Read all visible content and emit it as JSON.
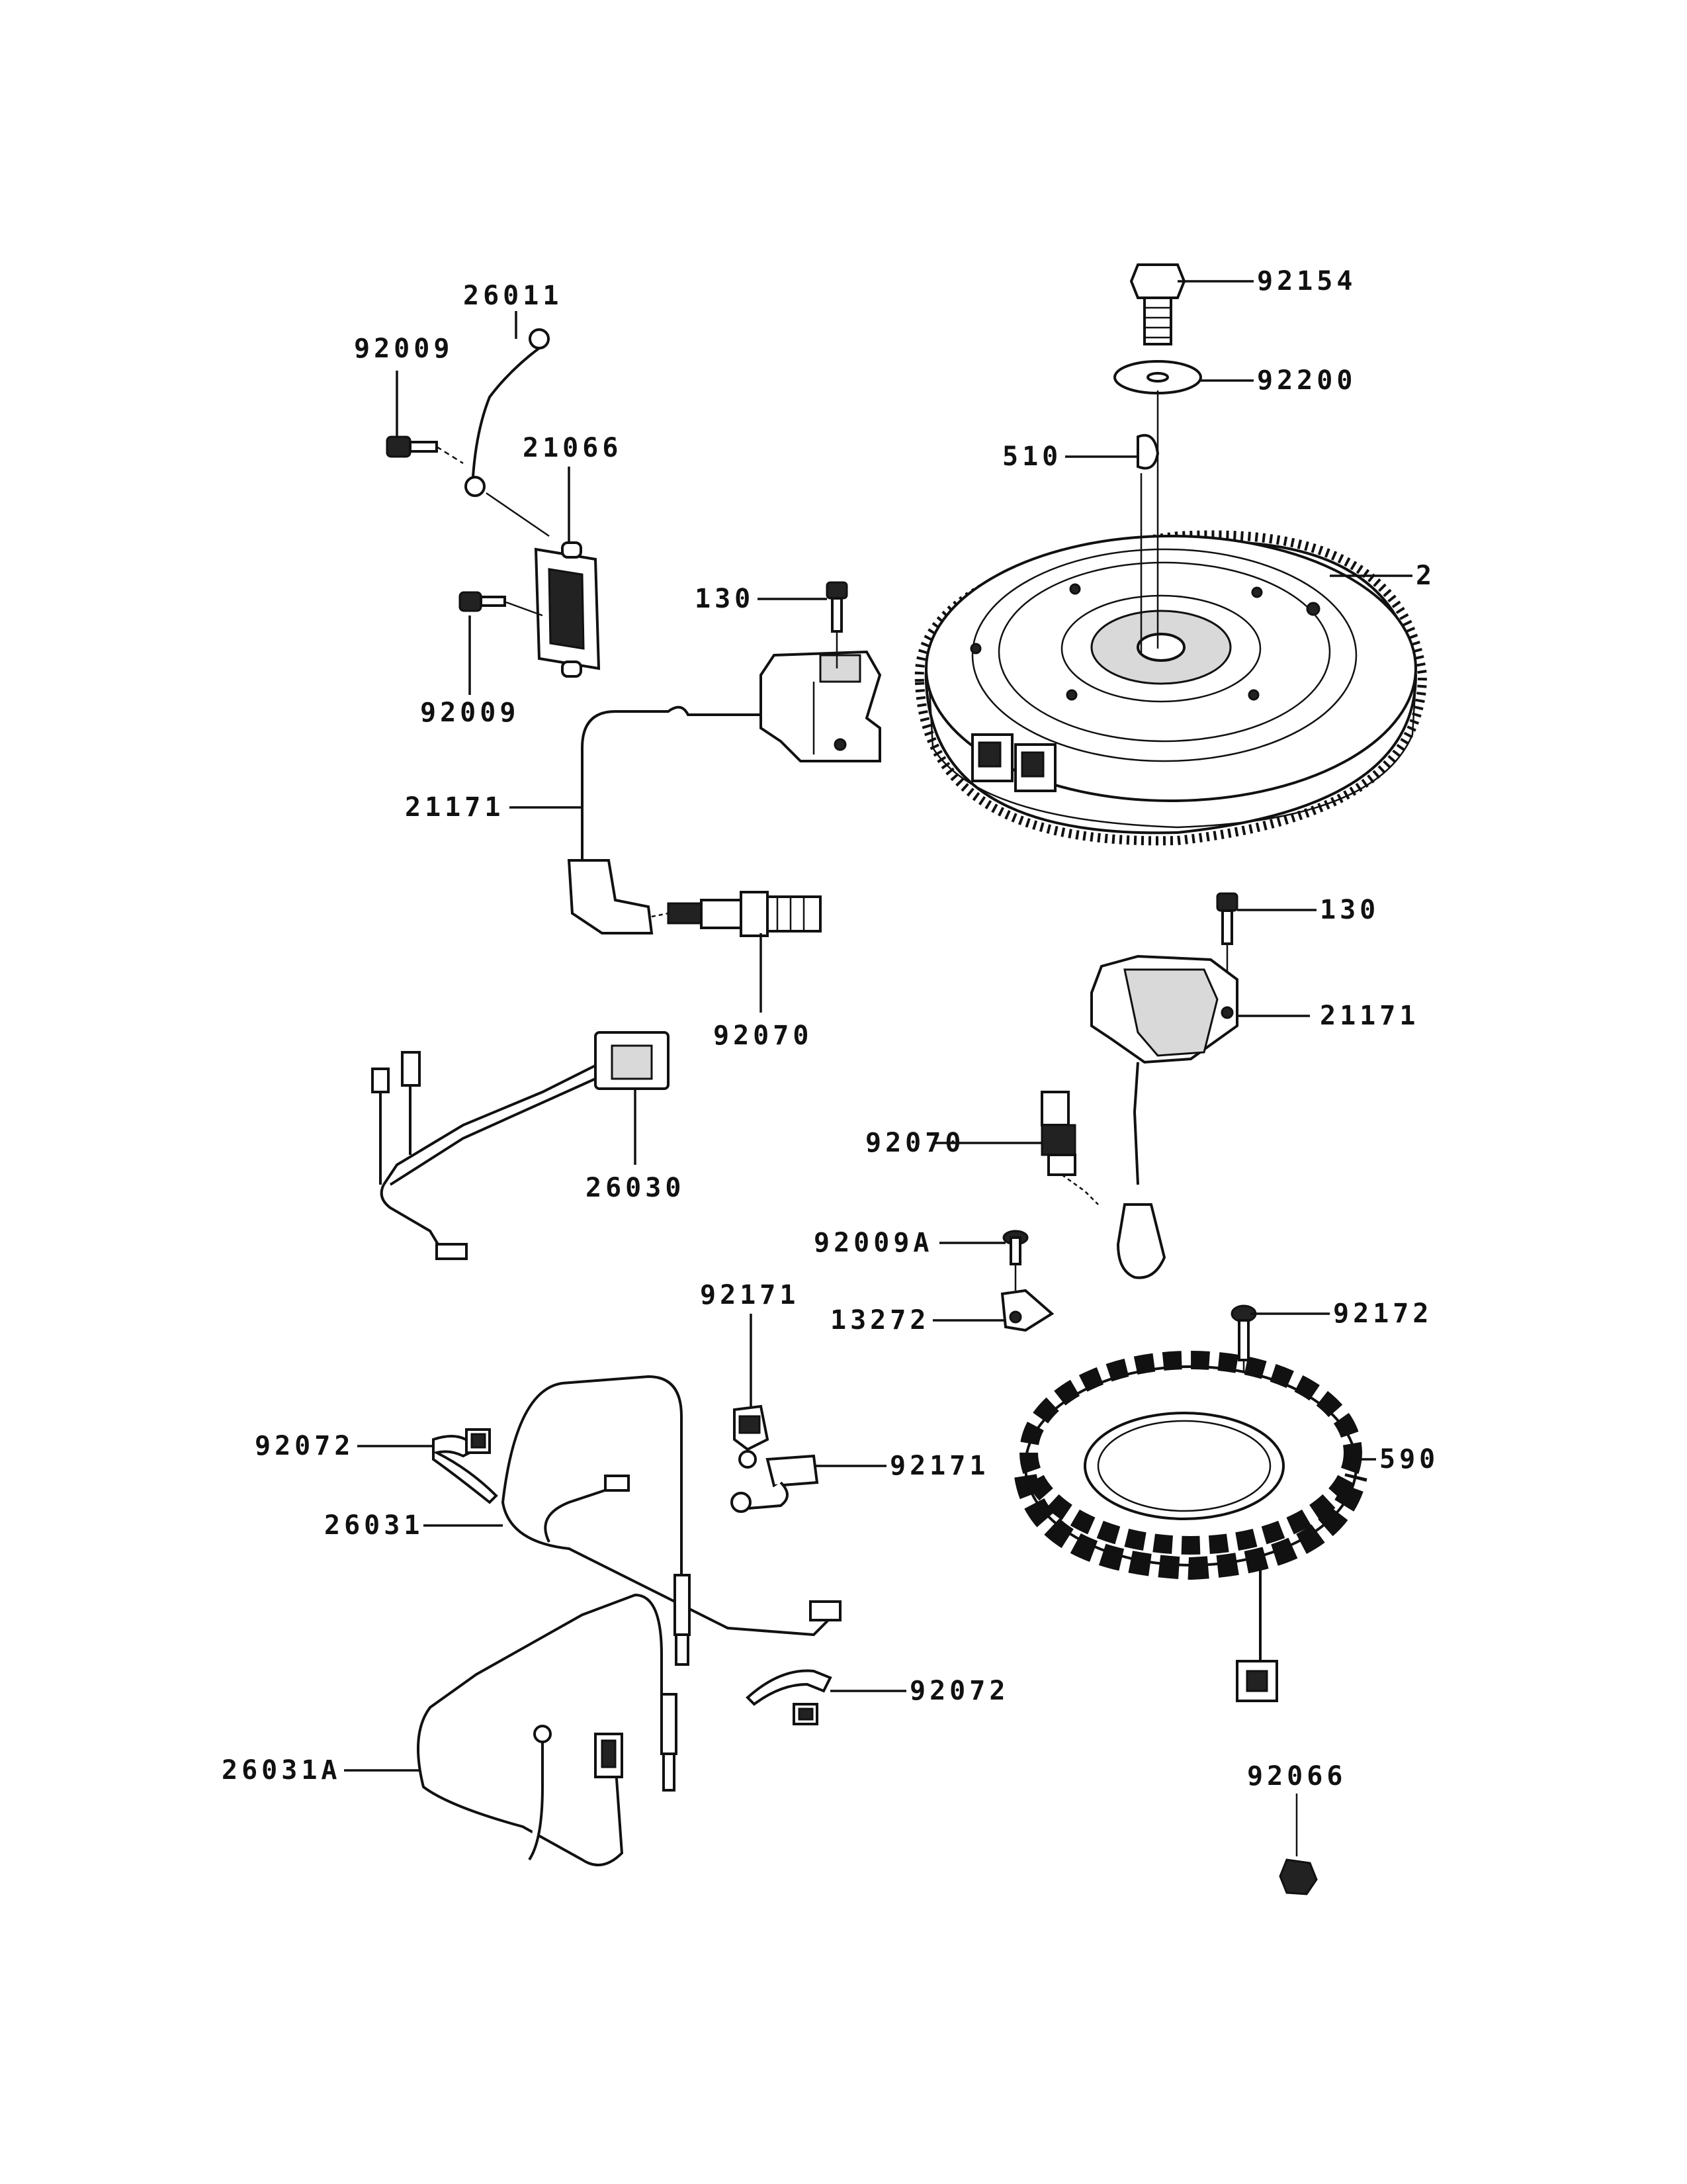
{
  "labels": {
    "p92154": "92154",
    "p92200": "92200",
    "p510": "510",
    "p2": "2",
    "p26011": "26011",
    "p92009_top": "92009",
    "p21066": "21066",
    "p92009_bot": "92009",
    "p130_top": "130",
    "p21171_left": "21171",
    "p92070_left": "92070",
    "p130_right": "130",
    "p21171_right": "21171",
    "p26030": "26030",
    "p92070_right": "92070",
    "p92009A": "92009A",
    "p13272": "13272",
    "p92171_top": "92171",
    "p92172": "92172",
    "p92072_left": "92072",
    "p92171_mid": "92171",
    "p590": "590",
    "p26031": "26031",
    "p92072_right": "92072",
    "p26031A": "26031A",
    "p92066": "92066"
  }
}
